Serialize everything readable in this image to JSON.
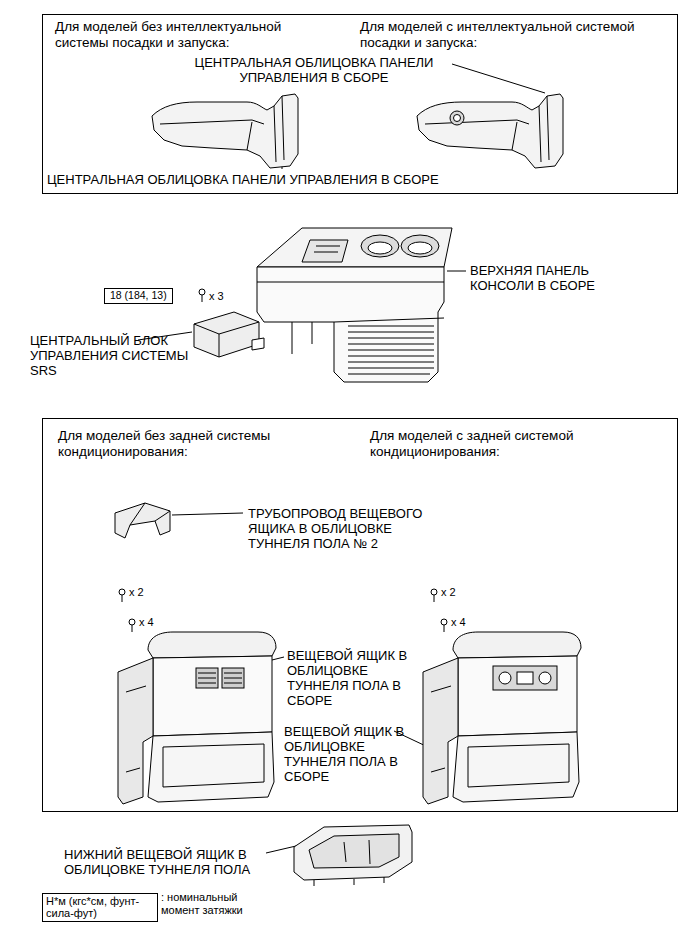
{
  "diagram": {
    "nodes": [
      {
        "text": [
          "Для моделей без интеллектуальной системы посадки и запуска:",
          "Для моделей с интеллектуальной системой посадки и запуска:",
          "ЦЕНТРАЛЬНАЯ ОБЛИЦОВКА ПАНЕЛИ УПРАВЛЕНИЯ В СБОРЕ",
          "ЦЕНТРАЛЬНАЯ ОБЛИЦОВКА ПАНЕЛИ УПРАВЛЕНИЯ В СБОРЕ"
        ]
      },
      {
        "text": [
          "18 (184, 13)"
        ]
      },
      {
        "text": [
          "Для моделей без задней системы кондиционирования:",
          "Для моделей с задней системой кондиционирования:",
          "ТРУБОПРОВОД ВЕЩЕВОГО ЯЩИКА В ОБЛИЦОВКЕ ТУННЕЛЯ ПОЛА № 2",
          "x 2",
          "x 4",
          "ВЕЩЕВОЙ ЯЩИК В ОБЛИЦОВКЕ ТУННЕЛЯ ПОЛА В СБОРЕ",
          "x 2",
          "x 4",
          "ВЕЩЕВОЙ ЯЩИК В ОБЛИЦОВКЕ ТУННЕЛЯ ПОЛА В СБОРЕ"
        ]
      },
      {
        "text": [
          "Н*м (кгс*см, фунт-сила-фут)",
          ": номинальный момент затяжки"
        ]
      }
    ],
    "labels": [
      "ВЕРХНЯЯ ПАНЕЛЬ КОНСОЛИ В СБОРЕ",
      "x 3",
      "ЦЕНТРАЛЬНЫЙ БЛОК УПРАВЛЕНИЯ СИСТЕМЫ SRS",
      "НИЖНИЙ ВЕЩЕВОЙ ЯЩИК В ОБЛИЦОВКЕ ТУННЕЛЯ ПОЛА"
    ]
  }
}
